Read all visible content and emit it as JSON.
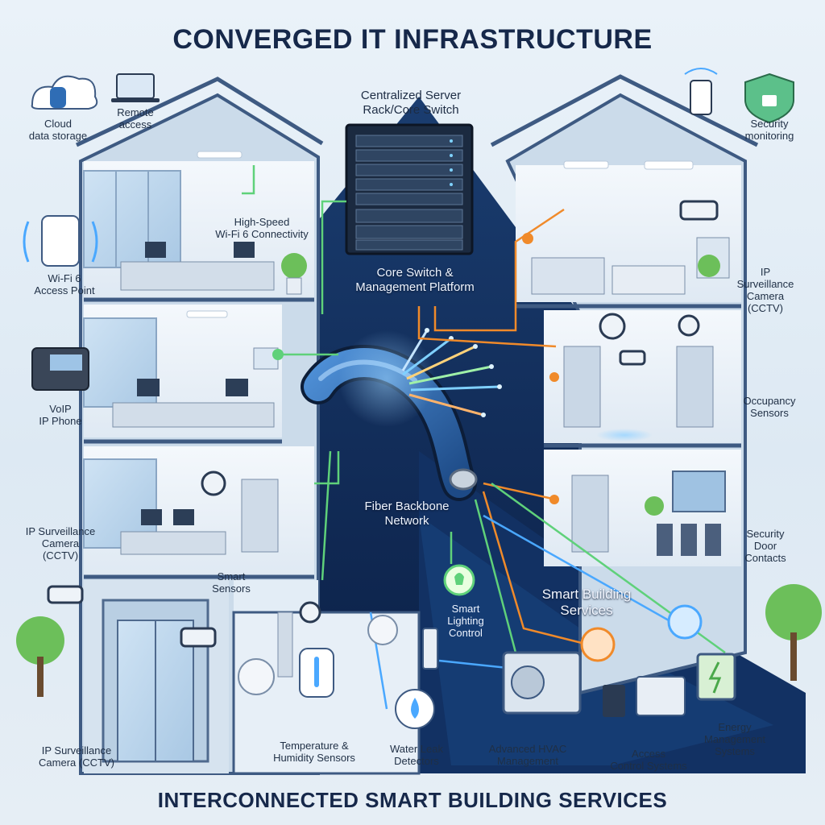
{
  "header": {
    "title": "CONVERGED IT INFRASTRUCTURE"
  },
  "footer": {
    "title": "INTERCONNECTED SMART BUILDING SERVICES"
  },
  "labels": {
    "cloud": "Cloud\ndata storage",
    "remote": "Remote\naccess",
    "server": "Centralized Server\nRack/Core Switch",
    "security_monitoring": "Security\nmonitoring",
    "wifi_connectivity": "High-Speed\nWi-Fi 6 Connectivity",
    "wifi_ap": "Wi-Fi 6\nAccess Point",
    "core_switch": "Core Switch &\nManagement Platform",
    "cctv_right": "IP Surveillance\nCamera (CCTV)",
    "voip": "VoIP\nIP Phone",
    "occupancy": "Occupancy\nSensors",
    "cctv_left": "IP Surveillance\nCamera\n(CCTV)",
    "fiber": "Fiber Backbone\nNetwork",
    "door_contacts": "Security Door\nContacts",
    "smart_sensors": "Smart\nSensors",
    "smart_lighting": "Smart\nLighting\nControl",
    "smart_services": "Smart Building\nServices",
    "energy": "Energy\nManagement\nSystems",
    "cctv_bottom": "IP Surveillance\nCamera (CCTV)",
    "temp_humidity": "Temperature &\nHumidity Sensors",
    "water_leak": "Water Leak\nDetectors",
    "hvac": "Advanced HVAC\nManagement",
    "access_control": "Access\nControl Systems"
  },
  "colors": {
    "title": "#16284a",
    "building": "#3e5a82",
    "fiber_core": "#1f4f8f",
    "link_green": "#5fd17a",
    "link_orange": "#f08a2a",
    "link_blue": "#4aa8ff",
    "dark_floor": "#102a52"
  },
  "icons": [
    "cloud-icon",
    "laptop-icon",
    "server-rack-icon",
    "shield-lock-icon",
    "phone-icon",
    "wifi-access-point-icon",
    "voip-phone-icon",
    "cctv-camera-icon",
    "fiber-cable-icon",
    "lightbulb-icon",
    "thermostat-icon",
    "water-drop-icon",
    "hvac-unit-icon",
    "keypad-icon",
    "energy-battery-icon",
    "tree-icon",
    "plant-icon"
  ]
}
